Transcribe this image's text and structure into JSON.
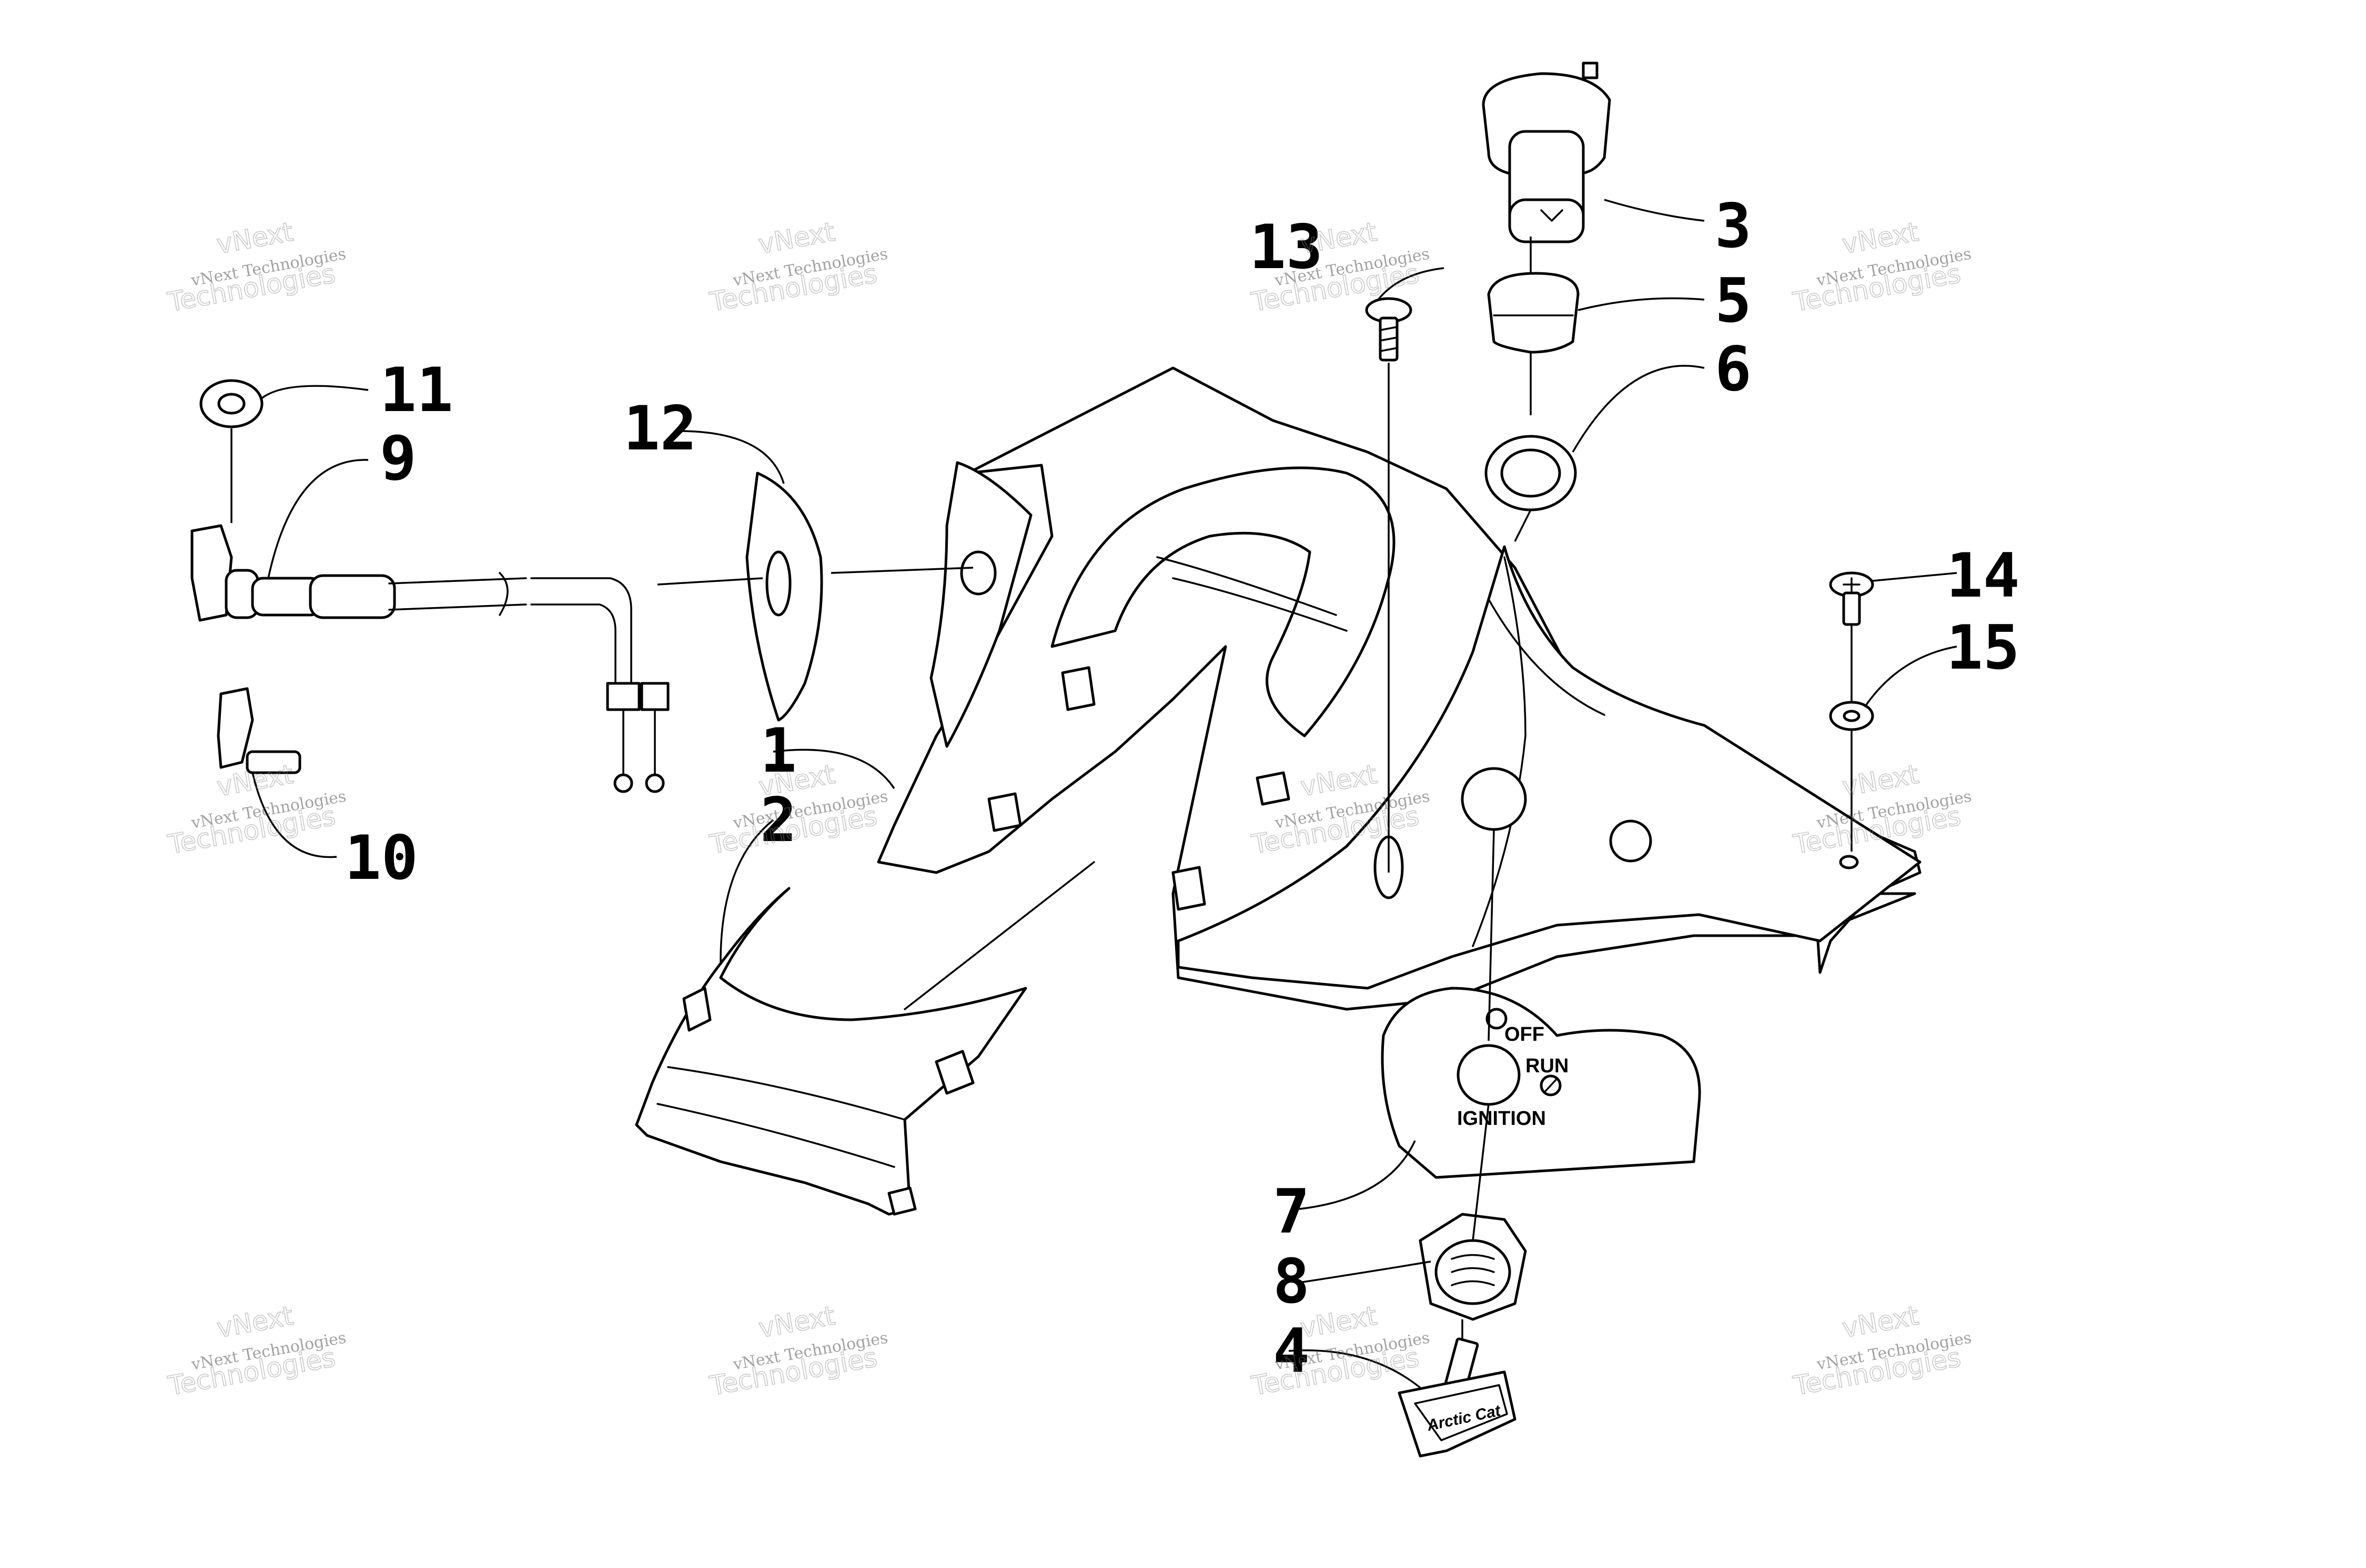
{
  "callouts": [
    {
      "number": "1"
    },
    {
      "number": "2"
    },
    {
      "number": "3"
    },
    {
      "number": "4"
    },
    {
      "number": "5"
    },
    {
      "number": "6"
    },
    {
      "number": "7"
    },
    {
      "number": "8"
    },
    {
      "number": "9"
    },
    {
      "number": "10"
    },
    {
      "number": "11"
    },
    {
      "number": "12"
    },
    {
      "number": "13"
    },
    {
      "number": "14"
    },
    {
      "number": "15"
    }
  ],
  "switch_plate": {
    "off_label": "OFF",
    "run_label": "RUN",
    "ignition_label": "IGNITION"
  },
  "key": {
    "brand_label": "Arctic Cat"
  },
  "watermark": {
    "line_small": "vNext Technologies",
    "line_big_1": "vNext",
    "line_big_2": "Technologies"
  },
  "colors": {
    "ink": "#000000",
    "background": "#ffffff"
  }
}
